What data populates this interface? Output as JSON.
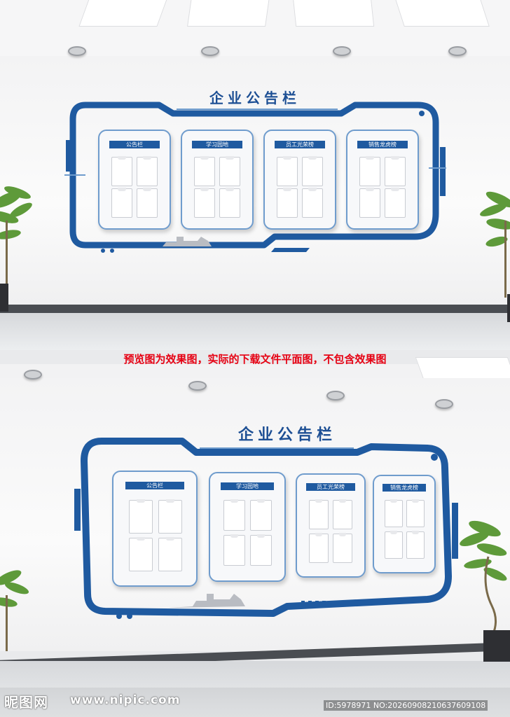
{
  "title": "企业公告栏",
  "panels": [
    {
      "label": "公告栏"
    },
    {
      "label": "学习园地"
    },
    {
      "label": "员工光荣榜"
    },
    {
      "label": "销售龙虎榜"
    }
  ],
  "notice": "预览图为效果图，实际的下载文件平面图，不包含效果图",
  "watermark": {
    "logo": "昵图网",
    "site": "www.nipic.com",
    "id": "ID:5978971 NO:20260908210637609108"
  },
  "colors": {
    "brand_blue": "#1f5aa0",
    "notice_red": "#e60012"
  }
}
